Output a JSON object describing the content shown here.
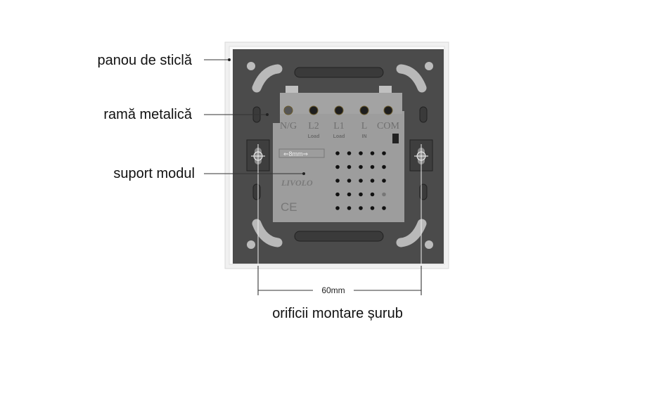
{
  "labels": {
    "glass_panel": "panou de sticlă",
    "metal_frame": "ramă metalică",
    "module_support": "suport modul",
    "dimension": "60mm",
    "mount_holes": "orificii montare șurub"
  },
  "module": {
    "terminals": [
      {
        "label": "N/G",
        "sub": ""
      },
      {
        "label": "L2",
        "sub": "Load"
      },
      {
        "label": "L1",
        "sub": "Load"
      },
      {
        "label": "L",
        "sub": "IN"
      },
      {
        "label": "COM",
        "sub": ""
      }
    ],
    "strip_gauge": "⇐8mm⇒",
    "brand": "LIVOLO",
    "mark": "CE"
  },
  "colors": {
    "frame": "#f2f2f2",
    "plate": "#4a4a4a",
    "module": "#9c9c9c"
  }
}
